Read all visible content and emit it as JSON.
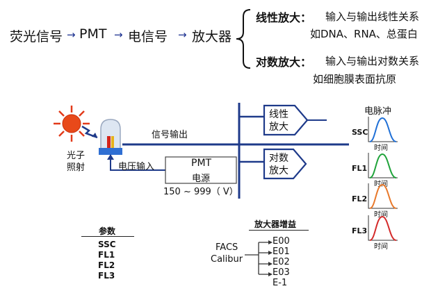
{
  "flow": {
    "step1": "荧光信号",
    "step2": "PMT",
    "step3": "电信号",
    "step4": "放大器"
  },
  "linear": {
    "title": "线性放大：",
    "desc": "输入与输出线性关系",
    "example": "如DNA、RNA、总蛋白"
  },
  "log": {
    "title": "对数放大：",
    "desc": "输入与输出对数关系",
    "example": "如细胞膜表面抗原"
  },
  "diagram": {
    "photon_label_1": "光子",
    "photon_label_2": "照射",
    "signal_out": "信号输出",
    "voltage_in": "电压输入",
    "pmt_label": "PMT",
    "power_label": "电源",
    "voltage_range": "150 ~ 999（ V）",
    "linear_amp_1": "线性",
    "linear_amp_2": "放大",
    "log_amp_1": "对数",
    "log_amp_2": "放大",
    "pulse_title": "电脉冲",
    "time_label": "时间"
  },
  "channels": [
    {
      "name": "SSC",
      "color": "#1f6fd6"
    },
    {
      "name": "FL1",
      "color": "#1fa33a"
    },
    {
      "name": "FL2",
      "color": "#e8782a"
    },
    {
      "name": "FL3",
      "color": "#d42a2a"
    }
  ],
  "params": {
    "title": "参数",
    "items": [
      "SSC",
      "FL1",
      "FL2",
      "FL3"
    ]
  },
  "gain": {
    "title": "放大器增益",
    "instrument_1": "FACS",
    "instrument_2": "Calibur",
    "levels": [
      "E00",
      "E01",
      "E02",
      "E03",
      "E-1"
    ]
  }
}
